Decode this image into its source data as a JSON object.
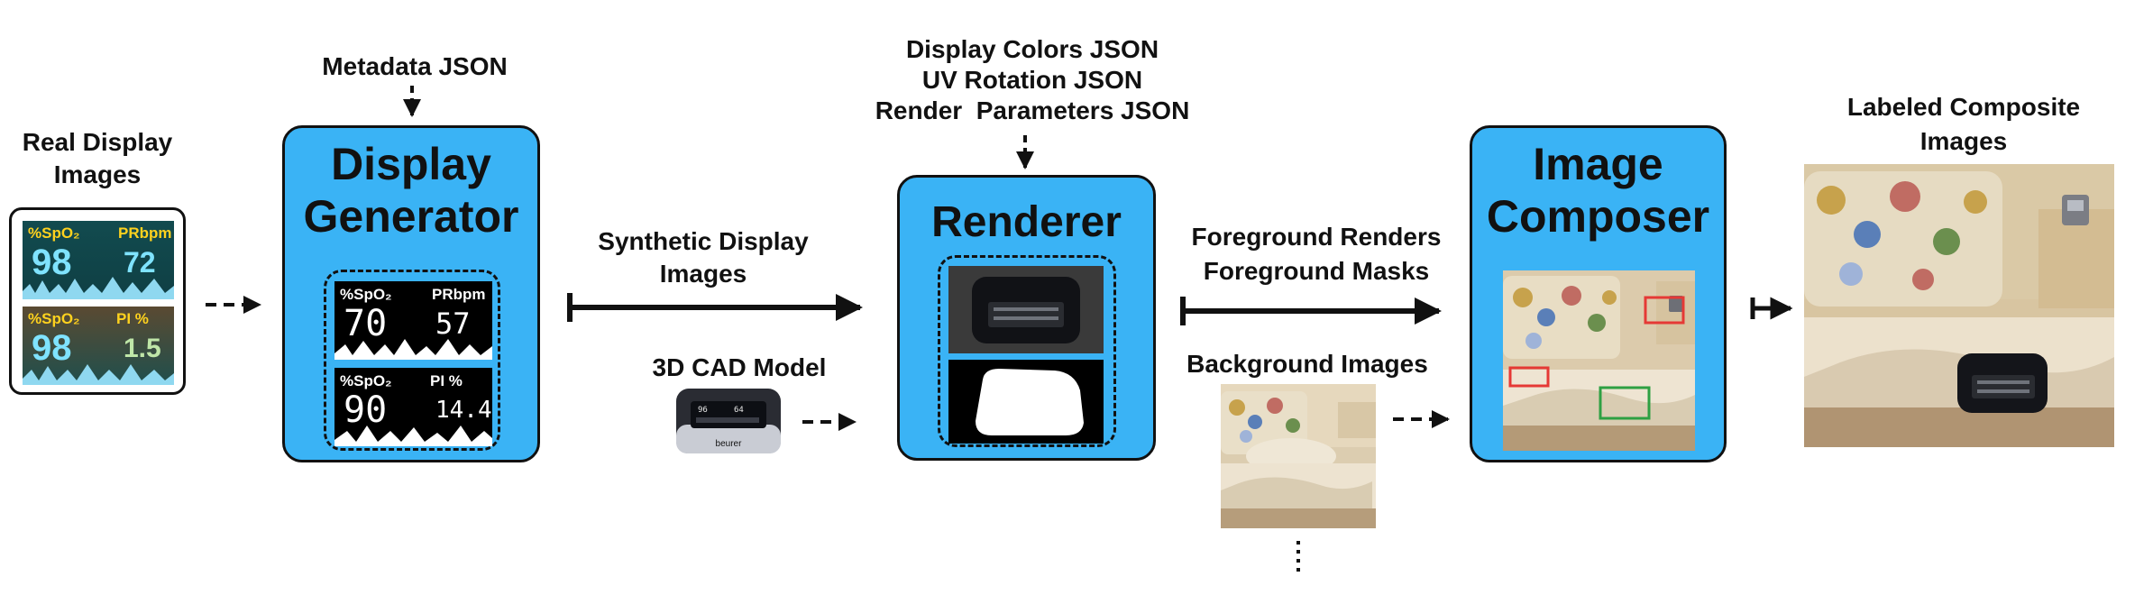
{
  "labels": {
    "real_display_line1": "Real Display",
    "real_display_line2": "Images",
    "metadata": "Metadata JSON",
    "synthetic_line1": "Synthetic Display",
    "synthetic_line2": "Images",
    "cad_model": "3D CAD Model",
    "display_colors": "Display Colors JSON",
    "uv_rotation": "UV Rotation JSON",
    "render_params": "Render  Parameters JSON",
    "fg_renders": "Foreground Renders",
    "fg_masks": "Foreground Masks",
    "background": "Background Images",
    "composite_line1": "Labeled Composite",
    "composite_line2": "Images"
  },
  "blocks": {
    "generator_line1": "Display",
    "generator_line2": "Generator",
    "renderer": "Renderer",
    "composer_line1": "Image",
    "composer_line2": "Composer"
  },
  "real_display": {
    "top": {
      "label_left": "%SpO₂",
      "label_right": "PRbpm",
      "value_left": "98",
      "value_right": "72"
    },
    "bottom": {
      "label_left": "%SpO₂",
      "label_right": "PI %",
      "value_left": "98",
      "value_right": "1.5"
    }
  },
  "synthetic_display": {
    "top": {
      "label_left": "%SpO₂",
      "label_right": "PRbpm",
      "value_left": "70",
      "value_right": "57"
    },
    "bottom": {
      "label_left": "%SpO₂",
      "label_right": "PI %",
      "value_left": "90",
      "value_right": "14.4"
    }
  },
  "cad_device": {
    "brand": "beurer"
  },
  "colors": {
    "block": "#3ab3f5",
    "box_red": "#e53935",
    "box_green": "#2ea043",
    "arrow": "#111111"
  }
}
